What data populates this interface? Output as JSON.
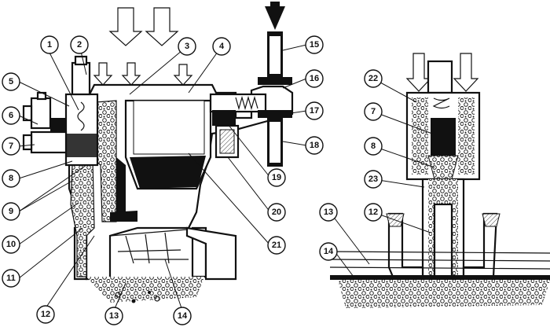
{
  "labels": [
    {
      "id": "1",
      "text": "1"
    },
    {
      "id": "2",
      "text": "2"
    },
    {
      "id": "3",
      "text": "3"
    },
    {
      "id": "4",
      "text": "4"
    },
    {
      "id": "5",
      "text": "5"
    },
    {
      "id": "6",
      "text": "6"
    },
    {
      "id": "7",
      "text": "7"
    },
    {
      "id": "8",
      "text": "8"
    },
    {
      "id": "9",
      "text": "9"
    },
    {
      "id": "10",
      "text": "10"
    },
    {
      "id": "11",
      "text": "11"
    },
    {
      "id": "12",
      "text": "12"
    },
    {
      "id": "13",
      "text": "13"
    },
    {
      "id": "14",
      "text": "14"
    },
    {
      "id": "15",
      "text": "15"
    },
    {
      "id": "16",
      "text": "16"
    },
    {
      "id": "17",
      "text": "17"
    },
    {
      "id": "18",
      "text": "18"
    },
    {
      "id": "19",
      "text": "19"
    },
    {
      "id": "20",
      "text": "20"
    },
    {
      "id": "21",
      "text": "21"
    },
    {
      "id": "r22",
      "text": "22"
    },
    {
      "id": "r7",
      "text": "7"
    },
    {
      "id": "r8",
      "text": "8"
    },
    {
      "id": "r23",
      "text": "23"
    },
    {
      "id": "r12",
      "text": "12"
    },
    {
      "id": "r13",
      "text": "13"
    },
    {
      "id": "r14",
      "text": "14"
    }
  ],
  "colors": {
    "ink": "#111111",
    "paper": "#ffffff"
  }
}
